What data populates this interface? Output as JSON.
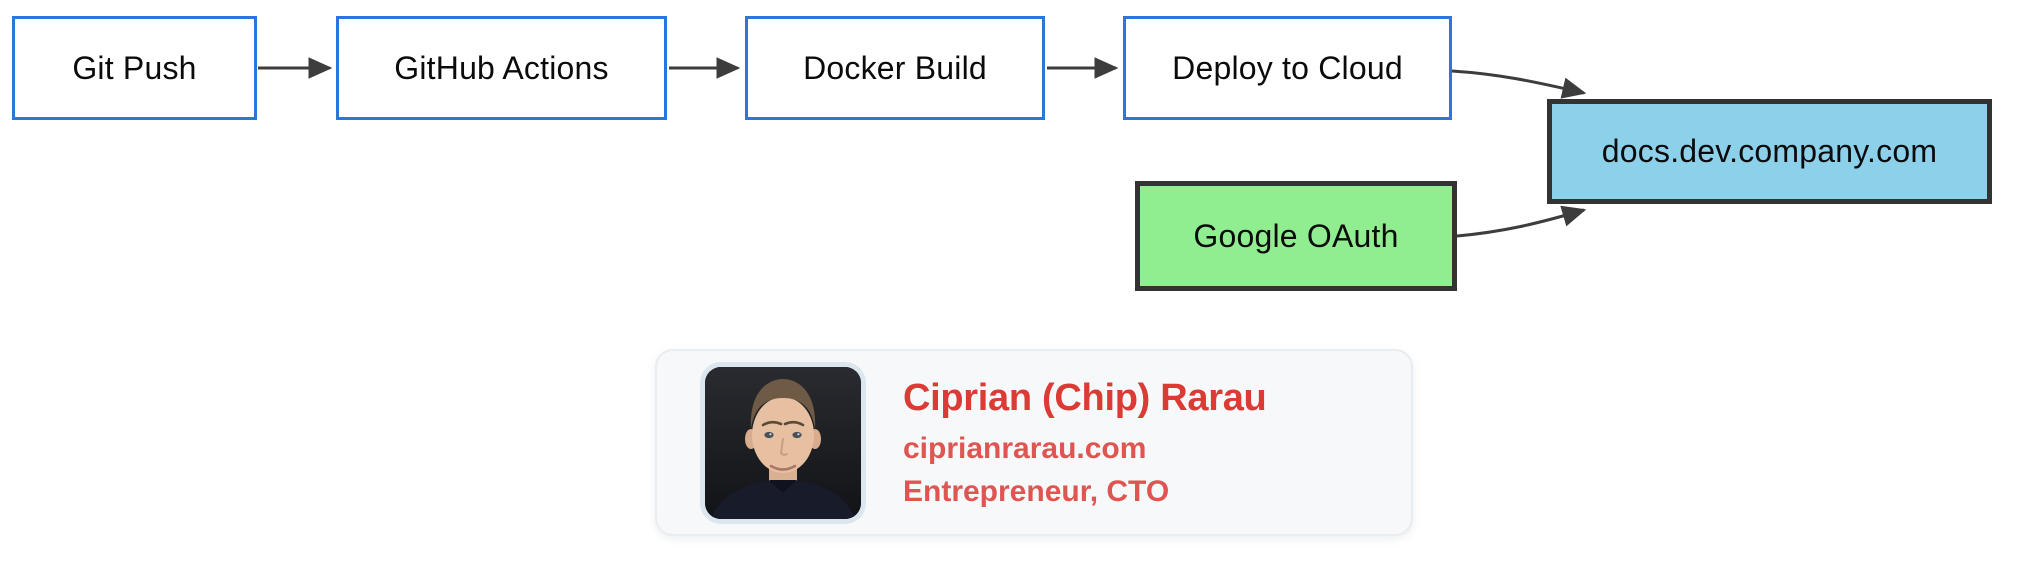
{
  "diagram": {
    "nodes": [
      {
        "id": "git-push",
        "label": "Git Push",
        "type": "flow"
      },
      {
        "id": "github-actions",
        "label": "GitHub Actions",
        "type": "flow"
      },
      {
        "id": "docker-build",
        "label": "Docker Build",
        "type": "flow"
      },
      {
        "id": "deploy-to-cloud",
        "label": "Deploy to Cloud",
        "type": "flow"
      },
      {
        "id": "docs-site",
        "label": "docs.dev.company.com",
        "type": "site"
      },
      {
        "id": "google-oauth",
        "label": "Google OAuth",
        "type": "service"
      }
    ],
    "edges": [
      {
        "from": "git-push",
        "to": "github-actions"
      },
      {
        "from": "github-actions",
        "to": "docker-build"
      },
      {
        "from": "docker-build",
        "to": "deploy-to-cloud"
      },
      {
        "from": "deploy-to-cloud",
        "to": "docs-site"
      },
      {
        "from": "google-oauth",
        "to": "docs-site"
      }
    ],
    "colors": {
      "flow_border": "#2b76d9",
      "flow_fill": "#ffffff",
      "site_fill": "#8dd0ea",
      "service_fill": "#90ee90",
      "dark_border": "#333333",
      "arrow": "#3d3d3d",
      "label_text": "#0b0b0b"
    }
  },
  "profile_card": {
    "name": "Ciprian (Chip) Rarau",
    "website": "ciprianrarau.com",
    "role": "Entrepreneur, CTO",
    "photo": "portrait-headshot-of-man",
    "colors": {
      "name_text": "#dc3a34",
      "accent_text": "#df5552",
      "card_bg": "#f6f8fa"
    }
  }
}
